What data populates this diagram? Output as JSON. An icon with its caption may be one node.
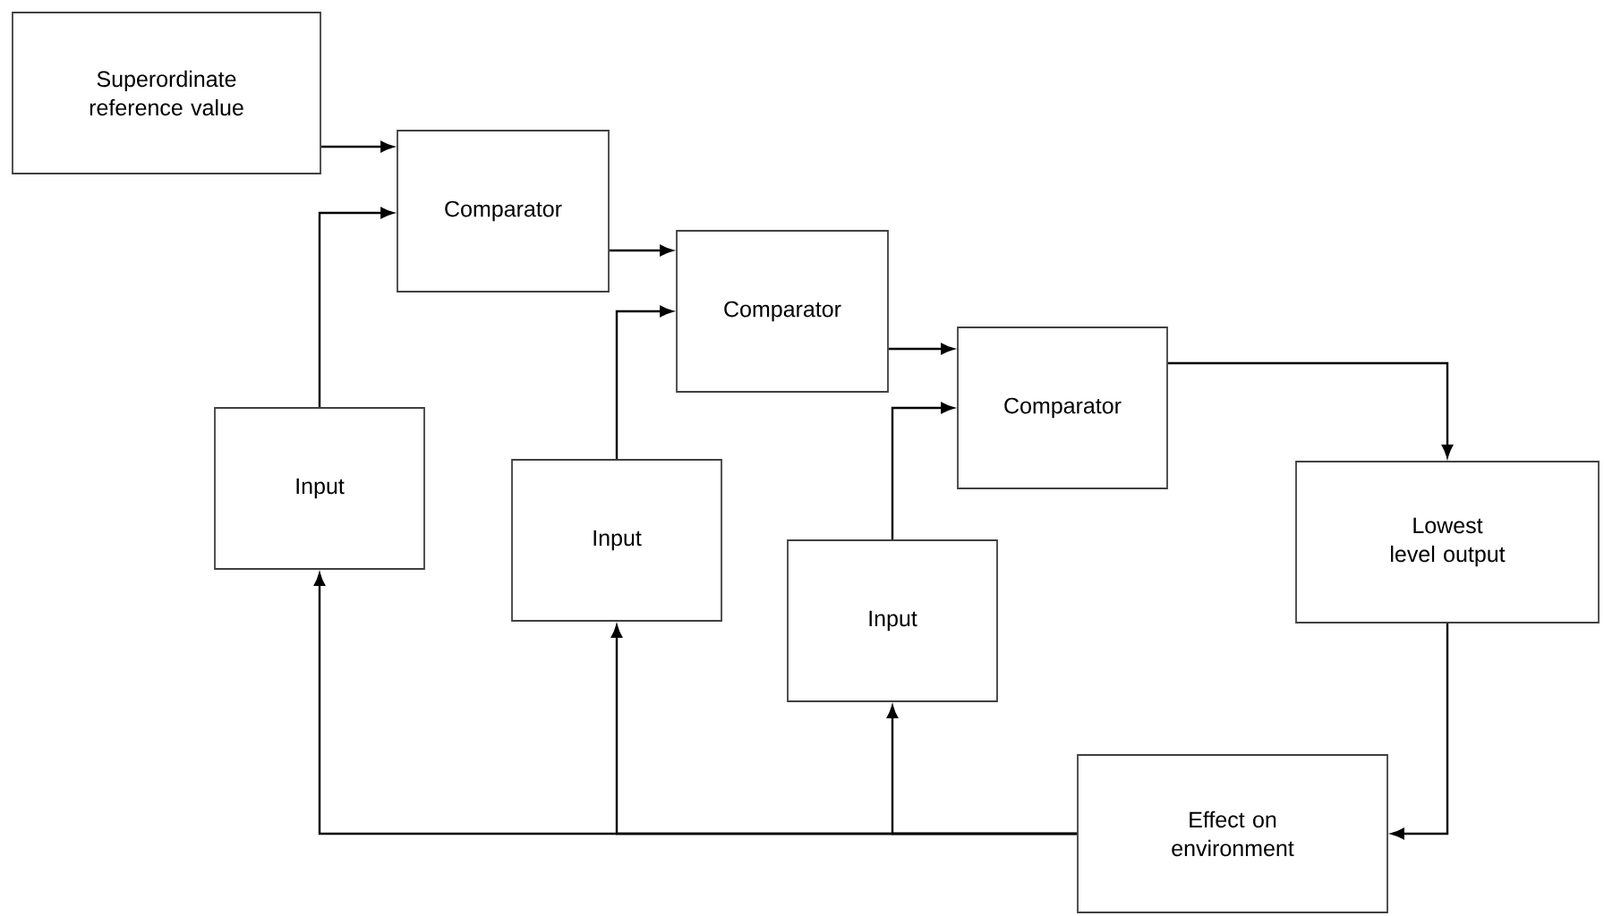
{
  "diagram": {
    "nodes": [
      {
        "text": [
          "Superordinate reference value"
        ]
      },
      {
        "text": [
          "Comparator"
        ]
      },
      {
        "text": [
          "Comparator"
        ]
      },
      {
        "text": [
          "Comparator"
        ]
      },
      {
        "text": [
          "Input"
        ]
      },
      {
        "text": [
          "Input"
        ]
      },
      {
        "text": [
          "Input"
        ]
      },
      {
        "text": [
          "Lowest level output"
        ]
      },
      {
        "text": [
          "Effect on environment"
        ]
      }
    ],
    "edges": [
      {
        "from": 0,
        "to": 1,
        "arrow": "to"
      },
      {
        "from": 4,
        "to": 1,
        "arrow": "to"
      },
      {
        "from": 1,
        "to": 2,
        "arrow": "to"
      },
      {
        "from": 5,
        "to": 2,
        "arrow": "to"
      },
      {
        "from": 2,
        "to": 3,
        "arrow": "to"
      },
      {
        "from": 6,
        "to": 3,
        "arrow": "to"
      },
      {
        "from": 3,
        "to": 7,
        "arrow": "to"
      },
      {
        "from": 7,
        "to": 8,
        "arrow": "to"
      },
      {
        "from": 8,
        "to": 6,
        "arrow": "to"
      },
      {
        "from": 8,
        "to": 5,
        "arrow": "to"
      },
      {
        "from": 8,
        "to": 4,
        "arrow": "to"
      }
    ]
  }
}
